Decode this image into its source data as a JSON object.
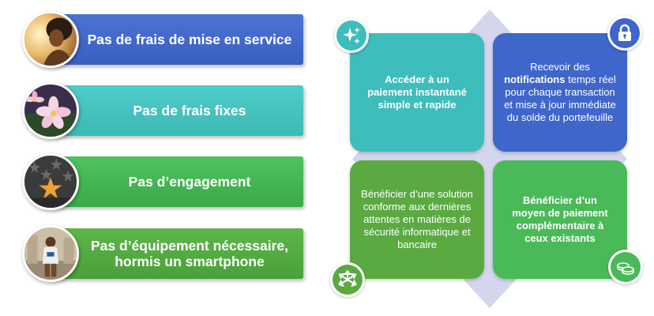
{
  "benefits": [
    {
      "line1": "Pas de frais de mise en service",
      "line2": "",
      "photo_icon": "portrait-icon"
    },
    {
      "line1": "Pas de frais fixes",
      "line2": "",
      "photo_icon": "flower-icon"
    },
    {
      "line1": "Pas d’engagement",
      "line2": "",
      "photo_icon": "star-icon"
    },
    {
      "line1": "Pas d’équipement nécessaire,",
      "line2": "hormis un smartphone",
      "photo_icon": "person-icon"
    }
  ],
  "features": {
    "top_left": {
      "text": "Accéder à un paiement instantané simple et rapide",
      "icon": "sparkle-icon"
    },
    "top_right": {
      "text_before": "Recevoir des ",
      "text_bold": "notifications",
      "text_after": " temps réel pour chaque transaction et mise à jour immédiate du solde du portefeuille",
      "icon": "lock-icon"
    },
    "bottom_left": {
      "text": "Bénéficier d’une solution conforme aux dernières attentes en matières de sécurité informatique et bancaire",
      "icon": "arrows-icon"
    },
    "bottom_right": {
      "text": "Bénéficier d’un moyen de paiement complémentaire à ceux existants",
      "icon": "coins-icon"
    }
  },
  "colors": {
    "blue": "#3e66cb",
    "teal": "#3dbdbb",
    "green": "#4ab958",
    "olive_green": "#5aaa41",
    "diamond": "#d3d6ec"
  }
}
